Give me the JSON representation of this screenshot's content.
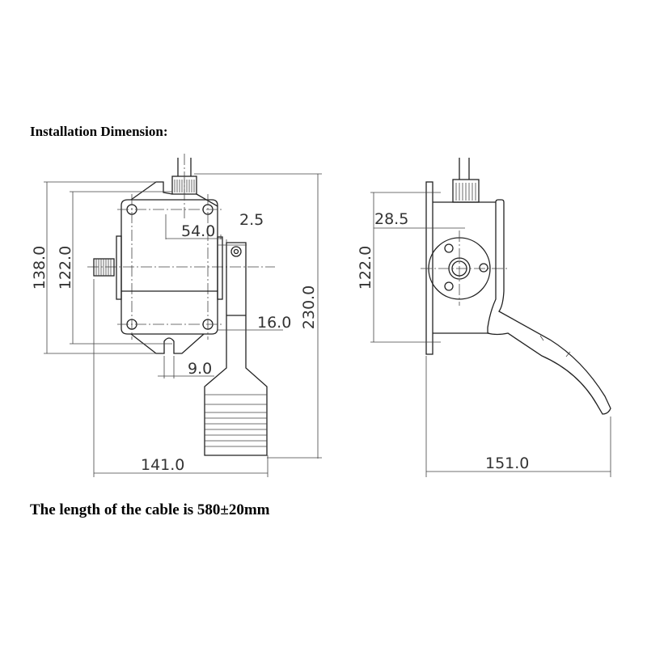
{
  "heading": "Installation Dimension:",
  "footer": "The length of the cable is 580±20mm",
  "front_view": {
    "dims": {
      "overall_height": "138.0",
      "hole_spacing_v": "122.0",
      "hole_spacing_h": "54.0",
      "offset": "2.5",
      "arm_width": "16.0",
      "slot_width": "9.0",
      "total_height": "230.0",
      "total_width": "141.0"
    }
  },
  "side_view": {
    "dims": {
      "hole_spacing_v": "122.0",
      "top_offset": "28.5",
      "total_depth": "151.0"
    }
  }
}
